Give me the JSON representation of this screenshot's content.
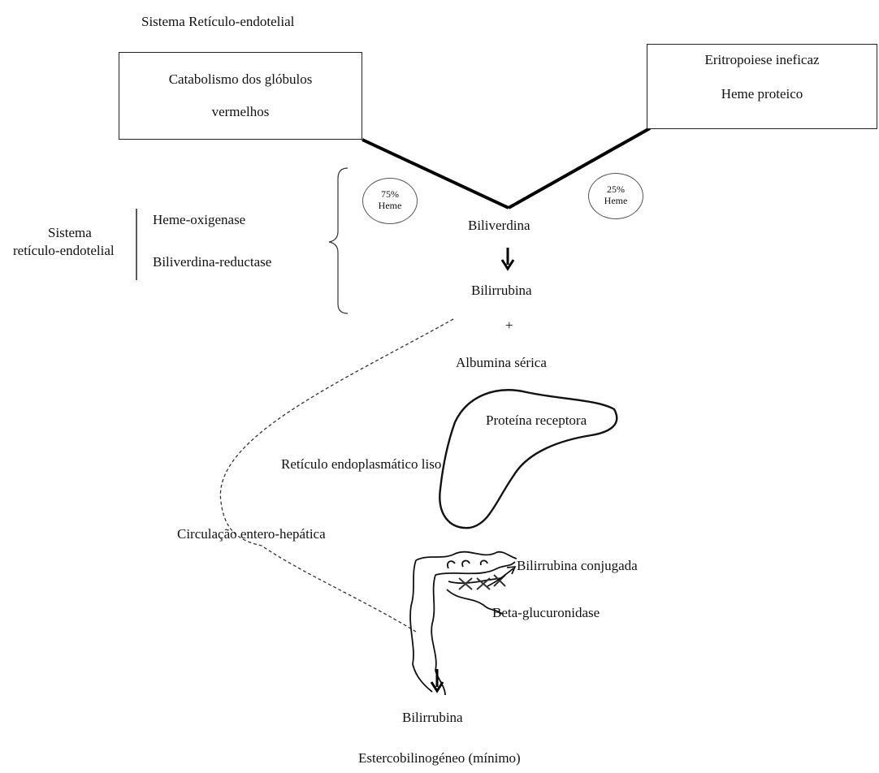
{
  "top_title": "Sistema Retículo-endotelial",
  "left_box": {
    "line1": "Catabolismo dos glóbulos",
    "line2": "vermelhos"
  },
  "right_box": {
    "line1": "Eritropoiese ineficaz",
    "line2": "Heme proteico"
  },
  "heme_75": {
    "pct": "75%",
    "label": "Heme"
  },
  "heme_25": {
    "pct": "25%",
    "label": "Heme"
  },
  "side_system": {
    "line1": "Sistema",
    "line2": "retículo-endotelial"
  },
  "enzymes": {
    "heme_oxygenase": "Heme-oxigenase",
    "biliverdin_reductase": "Biliverdina-reductase"
  },
  "biliverdina": "Biliverdina",
  "bilirrubina_top": "Bilirrubina",
  "plus": "+",
  "albumina": "Albumina sérica",
  "proteina_receptora": "Proteína receptora",
  "reticulo": "Retículo endoplasmático liso",
  "circulacao": "Circulação entero-hepática",
  "bilirrubina_conjugada": "Bilirrubina conjugada",
  "beta_glucuronidase": "Beta-glucuronidase",
  "bilirrubina_bottom": "Bilirrubina",
  "estercobilinogeneo": "Estercobilinogéneo (mínimo)"
}
